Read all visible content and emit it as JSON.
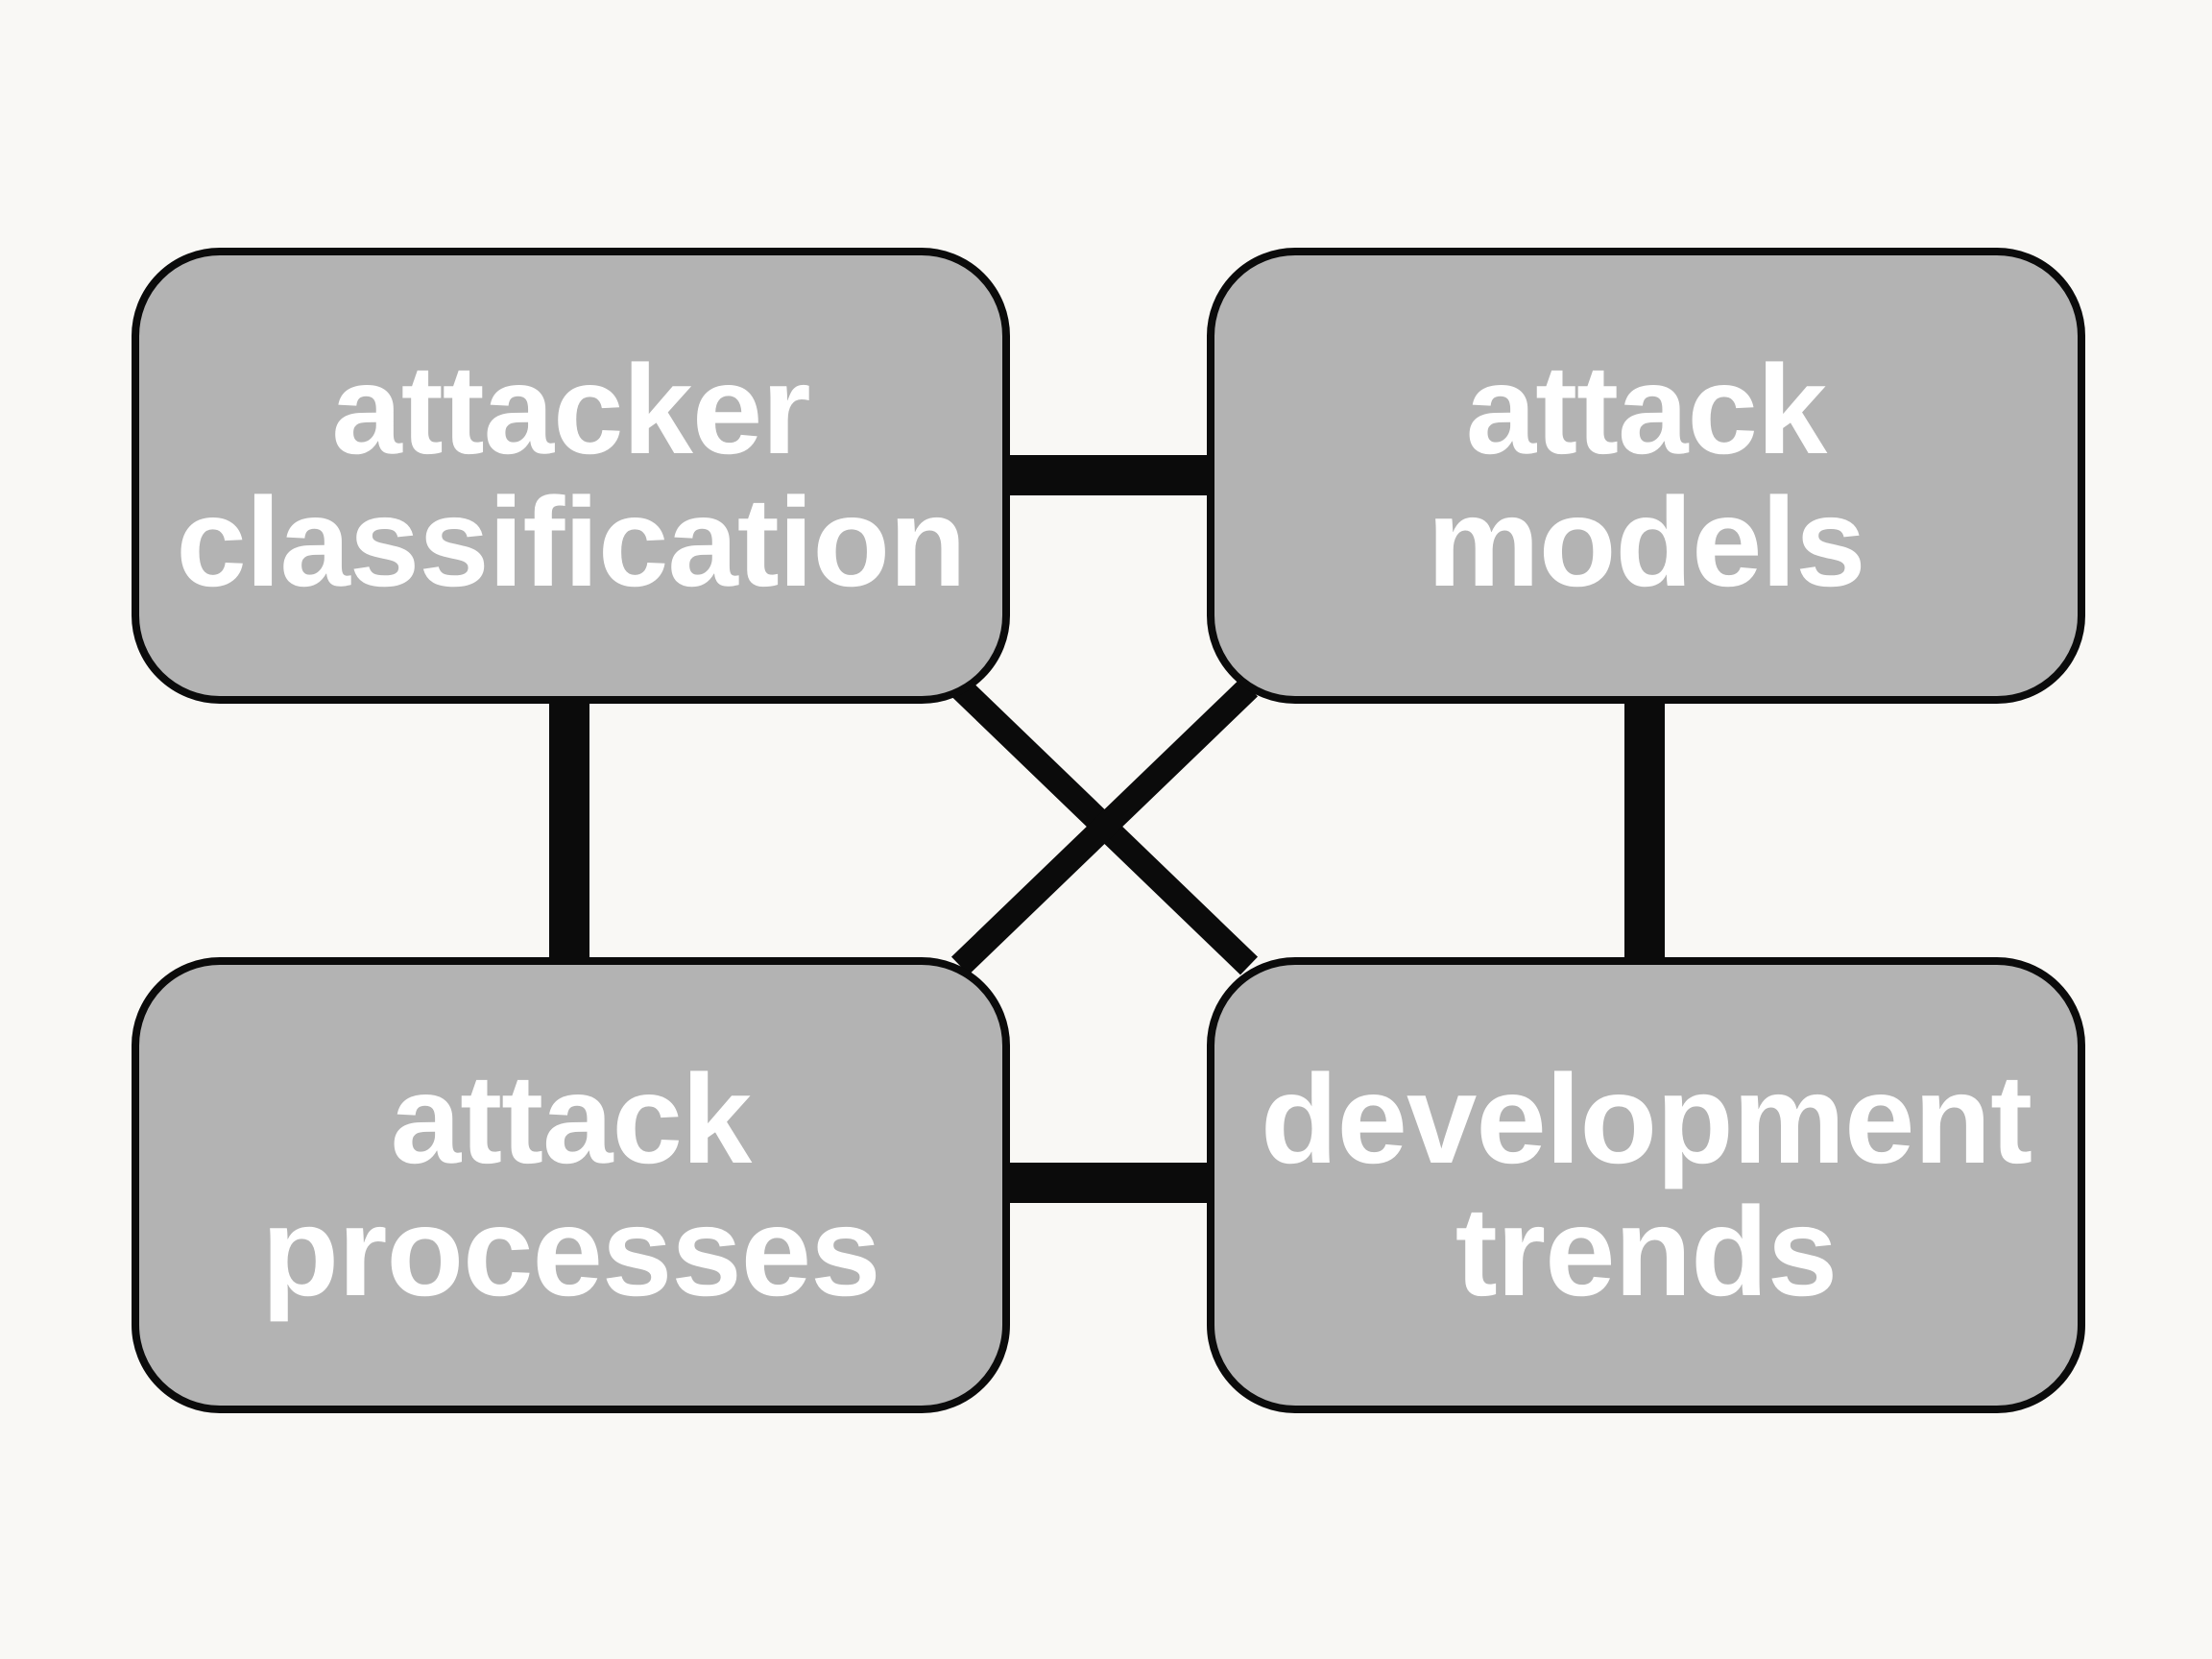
{
  "diagram": {
    "nodes": {
      "top_left": {
        "line1": "attacker",
        "line2": "classification"
      },
      "top_right": {
        "line1": "attack",
        "line2": "models"
      },
      "bottom_left": {
        "line1": "attack",
        "line2": "processes"
      },
      "bottom_right": {
        "line1": "development",
        "line2": "trends"
      }
    },
    "edges": [
      {
        "from": "attacker classification",
        "to": "attack models"
      },
      {
        "from": "attacker classification",
        "to": "attack processes"
      },
      {
        "from": "attacker classification",
        "to": "development trends"
      },
      {
        "from": "attack models",
        "to": "attack processes"
      },
      {
        "from": "attack models",
        "to": "development trends"
      },
      {
        "from": "attack processes",
        "to": "development trends"
      }
    ],
    "colors": {
      "background": "#f9f8f5",
      "node_fill": "#b3b3b3",
      "node_border": "#0b0b0b",
      "node_text": "#ffffff",
      "connector": "#0b0b0b"
    }
  }
}
